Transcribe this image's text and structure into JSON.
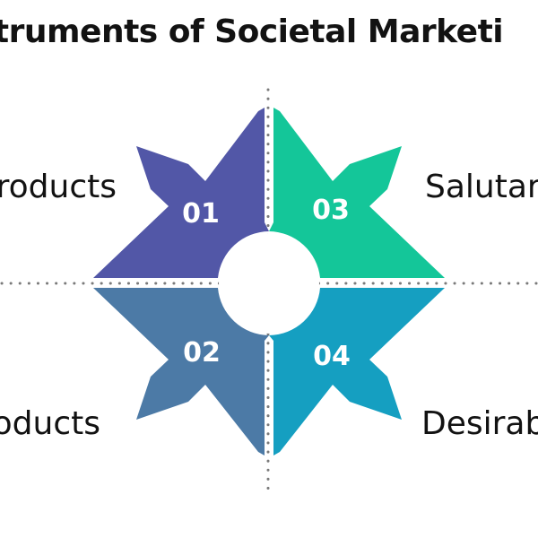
{
  "title": "struments of Societal Marketi",
  "colors": {
    "q1": "#5257a7",
    "q2": "#4c7aa6",
    "q3": "#14c699",
    "q4": "#159fc1",
    "divider": "#7a7a7a",
    "text": "#121212"
  },
  "quadrants": [
    {
      "number": "01",
      "label": "roducts"
    },
    {
      "number": "02",
      "label": "oducts"
    },
    {
      "number": "03",
      "label": "Salutar"
    },
    {
      "number": "04",
      "label": "Desirab"
    }
  ]
}
